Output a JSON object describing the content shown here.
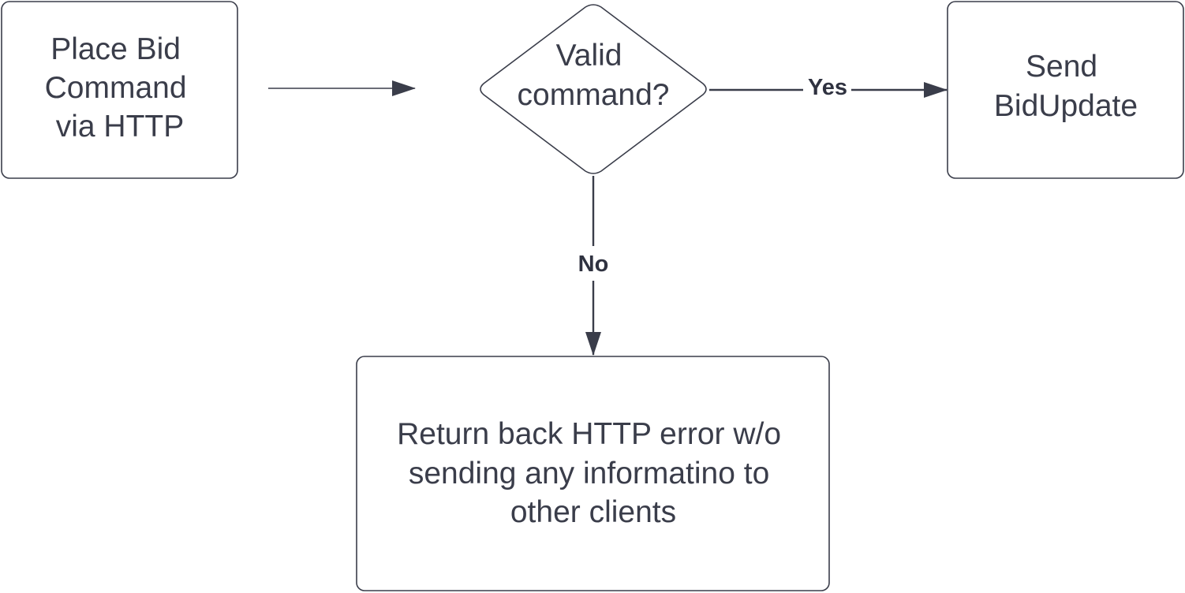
{
  "colors": {
    "stroke": "#3a3d4a",
    "text": "#3a3d4a",
    "background": "#ffffff"
  },
  "nodes": {
    "place_bid": {
      "lines": [
        "Place Bid",
        "Command",
        "via HTTP"
      ]
    },
    "decision": {
      "lines": [
        "Valid",
        "command?"
      ]
    },
    "send_update": {
      "lines": [
        "Send",
        "BidUpdate"
      ]
    },
    "error_box": {
      "lines": [
        "Return back HTTP error w/o",
        "sending any informatino to",
        "other clients"
      ]
    }
  },
  "edges": {
    "yes_label": "Yes",
    "no_label": "No"
  }
}
